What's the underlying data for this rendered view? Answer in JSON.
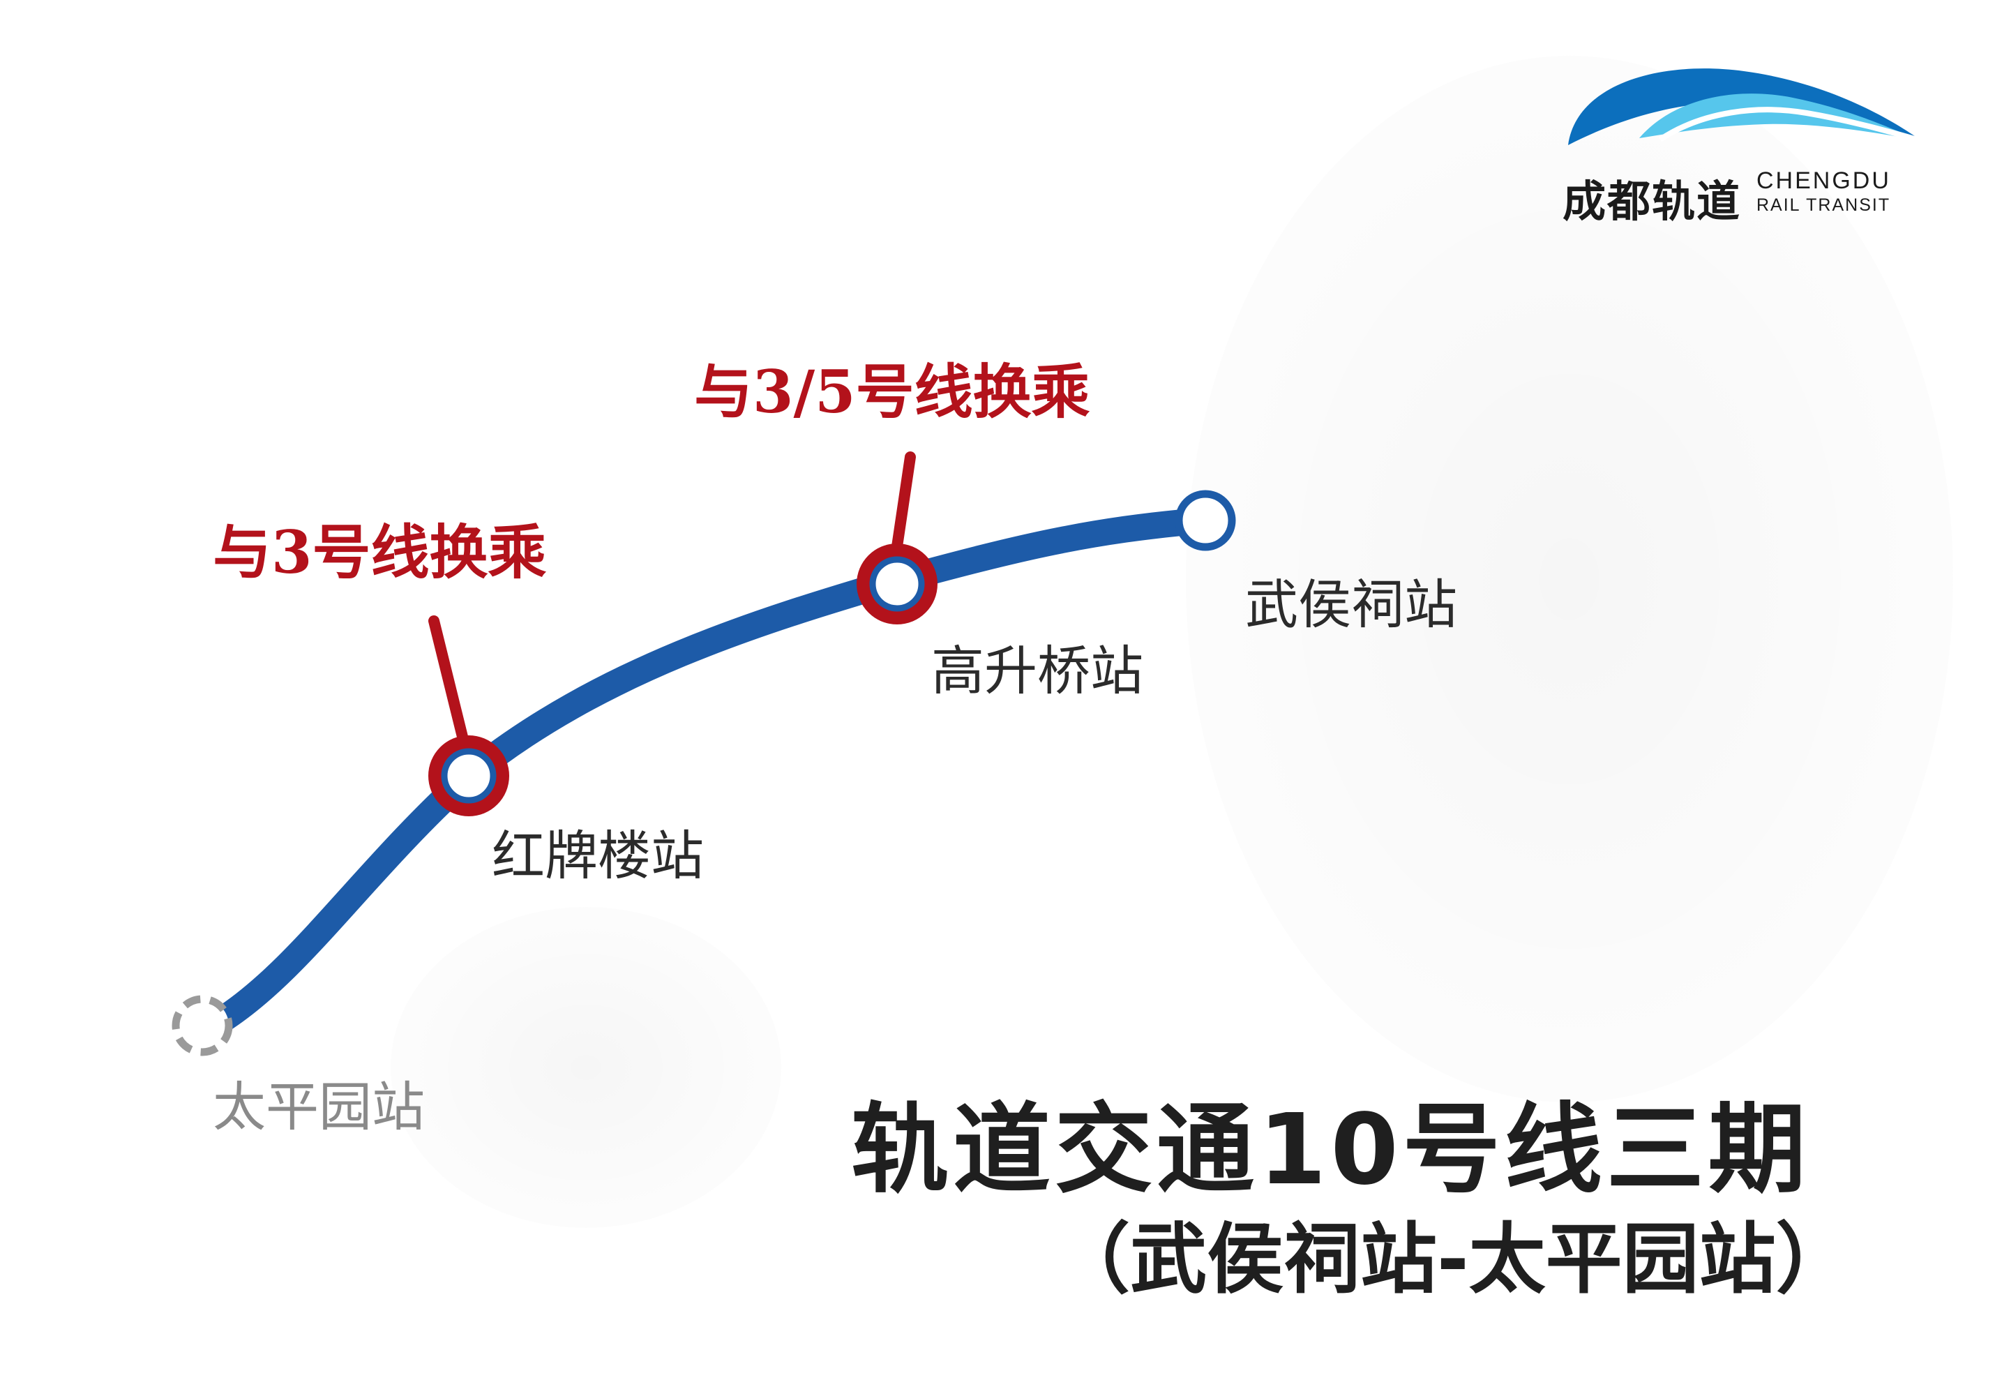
{
  "logo": {
    "name_cn": "成都轨道",
    "name_en_line1": "CHENGDU",
    "name_en_line2": "RAIL TRANSIT",
    "colors": {
      "arc_dark": "#0c6fbd",
      "arc_light": "#56c6ec"
    }
  },
  "line": {
    "color": "#1d5ba8"
  },
  "stations": [
    {
      "name": "武侯祠站",
      "type": "terminal"
    },
    {
      "name": "高升桥站",
      "type": "transfer"
    },
    {
      "name": "红牌楼站",
      "type": "transfer"
    },
    {
      "name": "太平园站",
      "type": "planned"
    }
  ],
  "transfers": [
    {
      "text": "与3/5号线换乘",
      "station": "高升桥站"
    },
    {
      "text": "与3号线换乘",
      "station": "红牌楼站"
    }
  ],
  "transfer_color": "#b3121b",
  "title": {
    "main": "轨道交通10号线三期",
    "sub": "（武侯祠站-太平园站）"
  }
}
